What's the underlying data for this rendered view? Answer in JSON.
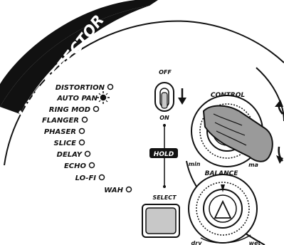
{
  "banner": {
    "title": "LIVE EFFECTOR"
  },
  "effects": [
    {
      "label": "DISTORTION",
      "selected": false
    },
    {
      "label": "AUTO PAN",
      "selected": true
    },
    {
      "label": "RING MOD",
      "selected": false
    },
    {
      "label": "FLANGER",
      "selected": false
    },
    {
      "label": "PHASER",
      "selected": false
    },
    {
      "label": "SLICE",
      "selected": false
    },
    {
      "label": "DELAY",
      "selected": false
    },
    {
      "label": "ECHO",
      "selected": false
    },
    {
      "label": "LO-FI",
      "selected": false
    },
    {
      "label": "WAH",
      "selected": false
    }
  ],
  "hold_switch": {
    "off_label": "OFF",
    "on_label": "ON",
    "hold_label": "HOLD"
  },
  "select_button": {
    "label": "SELECT"
  },
  "control_knob": {
    "label": "CONTROL",
    "min_label": "min",
    "max_label": "ma"
  },
  "balance_knob": {
    "label": "BALANCE",
    "dry_label": "dry",
    "wet_label": "wet"
  },
  "colors": {
    "ink": "#111111",
    "panel": "#ffffff",
    "button": "#c8c8c8",
    "hand": "#9a9a9a"
  }
}
